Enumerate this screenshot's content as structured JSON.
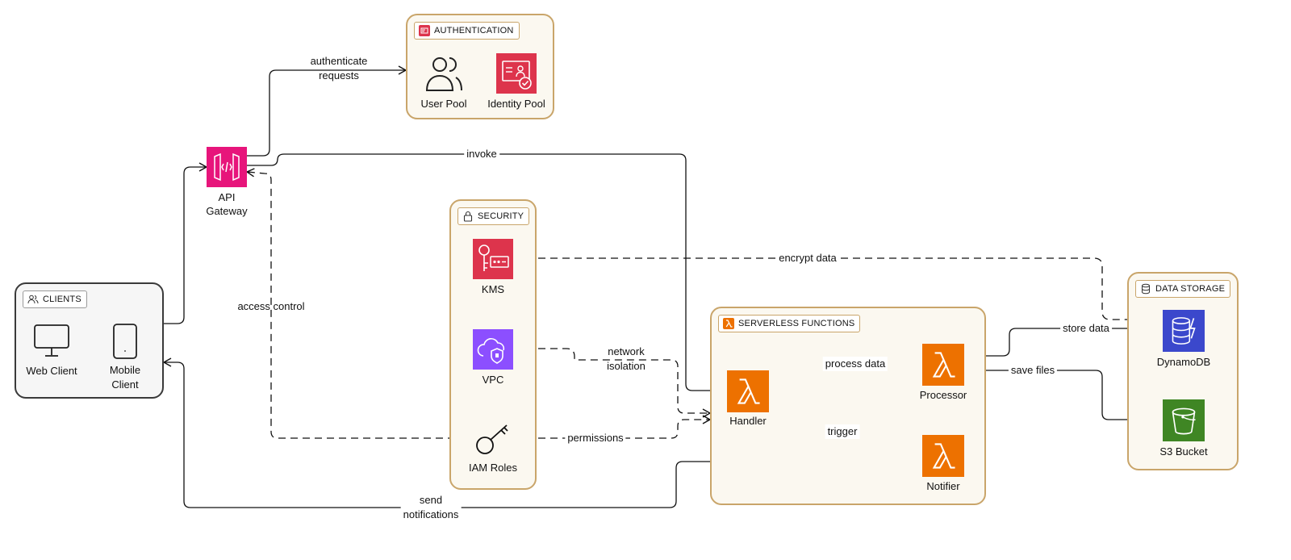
{
  "groups": {
    "authentication": "AUTHENTICATION",
    "security": "SECURITY",
    "clients": "CLIENTS",
    "serverless": "SERVERLESS FUNCTIONS",
    "storage": "DATA STORAGE"
  },
  "nodes": {
    "user_pool": "User Pool",
    "identity_pool": "Identity Pool",
    "api_gateway_l1": "API",
    "api_gateway_l2": "Gateway",
    "kms": "KMS",
    "vpc": "VPC",
    "iam_roles": "IAM Roles",
    "web_client": "Web Client",
    "mobile_client_l1": "Mobile",
    "mobile_client_l2": "Client",
    "handler": "Handler",
    "processor": "Processor",
    "notifier": "Notifier",
    "dynamodb": "DynamoDB",
    "s3_bucket": "S3 Bucket"
  },
  "edges": {
    "authenticate_l1": "authenticate",
    "authenticate_l2": "requests",
    "invoke": "invoke",
    "access_control": "access control",
    "encrypt_data": "encrypt data",
    "network_isolation_l1": "network",
    "network_isolation_l2": "isolation",
    "permissions": "permissions",
    "process_data": "process data",
    "trigger": "trigger",
    "store_data": "store data",
    "save_files": "save files",
    "send_notifications_l1": "send",
    "send_notifications_l2": "notifications"
  },
  "colors": {
    "auth_red": "#dd344c",
    "gateway_pink": "#e7157b",
    "lambda_orange": "#ed7100",
    "storage_blue": "#3b48cc",
    "s3_green": "#3f8624",
    "security_red": "#dd344c",
    "vpc_purple": "#8c4fff"
  }
}
